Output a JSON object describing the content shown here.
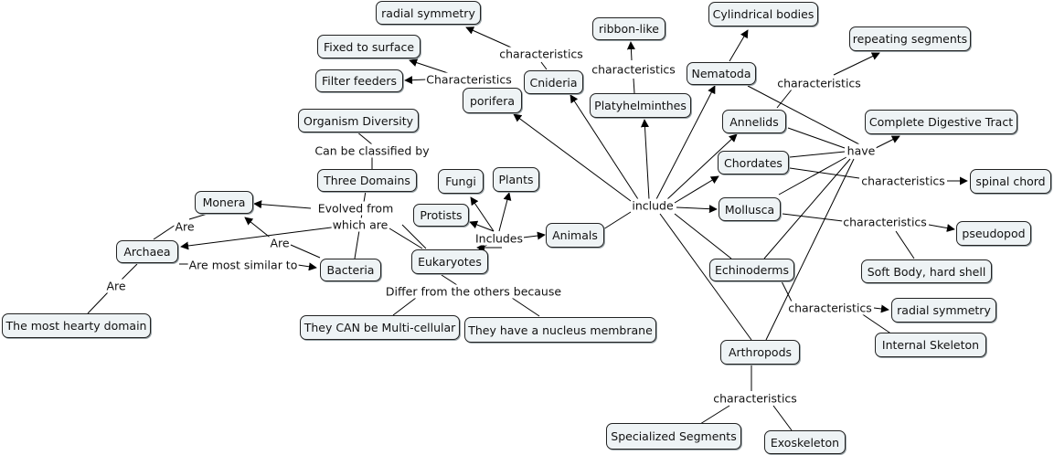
{
  "concepts": {
    "organism_diversity": "Organism Diversity",
    "three_domains": "Three Domains",
    "monera": "Monera",
    "archaea": "Archaea",
    "bacteria": "Bacteria",
    "eukaryotes": "Eukaryotes",
    "hearty": "The most hearty domain",
    "multicellular": "They CAN be Multi-cellular",
    "nucleus": "They have a nucleus membrane",
    "protists": "Protists",
    "fungi": "Fungi",
    "plants": "Plants",
    "animals": "Animals",
    "porifera": "porifera",
    "fixed": "Fixed to surface",
    "filter": "Filter feeders",
    "radial1": "radial symmetry",
    "cnideria": "Cnideria",
    "ribbon": "ribbon-like",
    "platy": "Platyhelminthes",
    "cyl": "Cylindrical bodies",
    "nematoda": "Nematoda",
    "repeating": "repeating segments",
    "annelids": "Annelids",
    "digestive": "Complete Digestive Tract",
    "chordates": "Chordates",
    "spinal": "spinal chord",
    "mollusca": "Mollusca",
    "pseudopod": "pseudopod",
    "softbody": "Soft Body, hard shell",
    "echinoderms": "Echinoderms",
    "radial2": "radial symmetry",
    "internal": "Internal Skeleton",
    "arthropods": "Arthropods",
    "specialized": "Specialized Segments",
    "exoskeleton": "Exoskeleton"
  },
  "links": {
    "classified": "Can be classified by",
    "evolved": "Evolved from",
    "which_are": "which are",
    "are1": "Are",
    "are2": "Are",
    "are3": "Are",
    "similar": "Are most similar to",
    "differ": "Differ from the others because",
    "includes": "Includes",
    "include": "include",
    "char_cnideria": "characteristics",
    "char_porifera": "Characteristics",
    "char_platy": "characteristics",
    "char_annelids": "characteristics",
    "have": "have",
    "char_chordates": "characteristics",
    "char_mollusca": "characteristics",
    "char_echino": "characteristics",
    "char_arthro": "characteristics"
  }
}
